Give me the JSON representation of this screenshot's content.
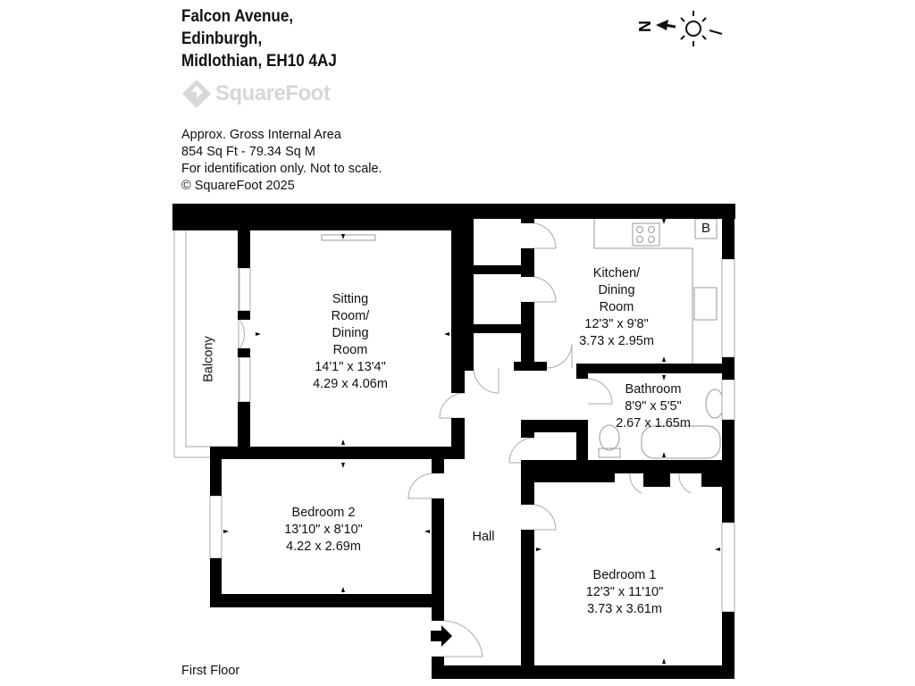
{
  "address": {
    "line1": "Falcon Avenue,",
    "line2": "Edinburgh,",
    "line3": "Midlothian, EH10 4AJ"
  },
  "logo": "SquareFoot",
  "info": {
    "line1": "Approx. Gross Internal Area",
    "line2": "854 Sq Ft  -  79.34 Sq M",
    "line3": "For identification only. Not to scale.",
    "line4": "© SquareFoot 2025"
  },
  "compass": {
    "label": "N"
  },
  "rooms": {
    "sitting": {
      "name1": "Sitting",
      "name2": "Room/",
      "name3": "Dining",
      "name4": "Room",
      "imperial": "14'1\" x 13'4\"",
      "metric": "4.29 x 4.06m"
    },
    "kitchen": {
      "name1": "Kitchen/",
      "name2": "Dining",
      "name3": "Room",
      "imperial": "12'3\" x 9'8\"",
      "metric": "3.73 x 2.95m"
    },
    "bathroom": {
      "name": "Bathroom",
      "imperial": "8'9\" x 5'5\"",
      "metric": "2.67 x 1.65m"
    },
    "bedroom2": {
      "name": "Bedroom 2",
      "imperial": "13'10\" x 8'10\"",
      "metric": "4.22 x 2.69m"
    },
    "bedroom1": {
      "name": "Bedroom 1",
      "imperial": "12'3\" x 11'10\"",
      "metric": "3.73 x 3.61m"
    },
    "hall": {
      "name": "Hall"
    },
    "balcony": {
      "name": "Balcony"
    },
    "boiler": {
      "label": "B"
    }
  },
  "floor_label": "First Floor"
}
